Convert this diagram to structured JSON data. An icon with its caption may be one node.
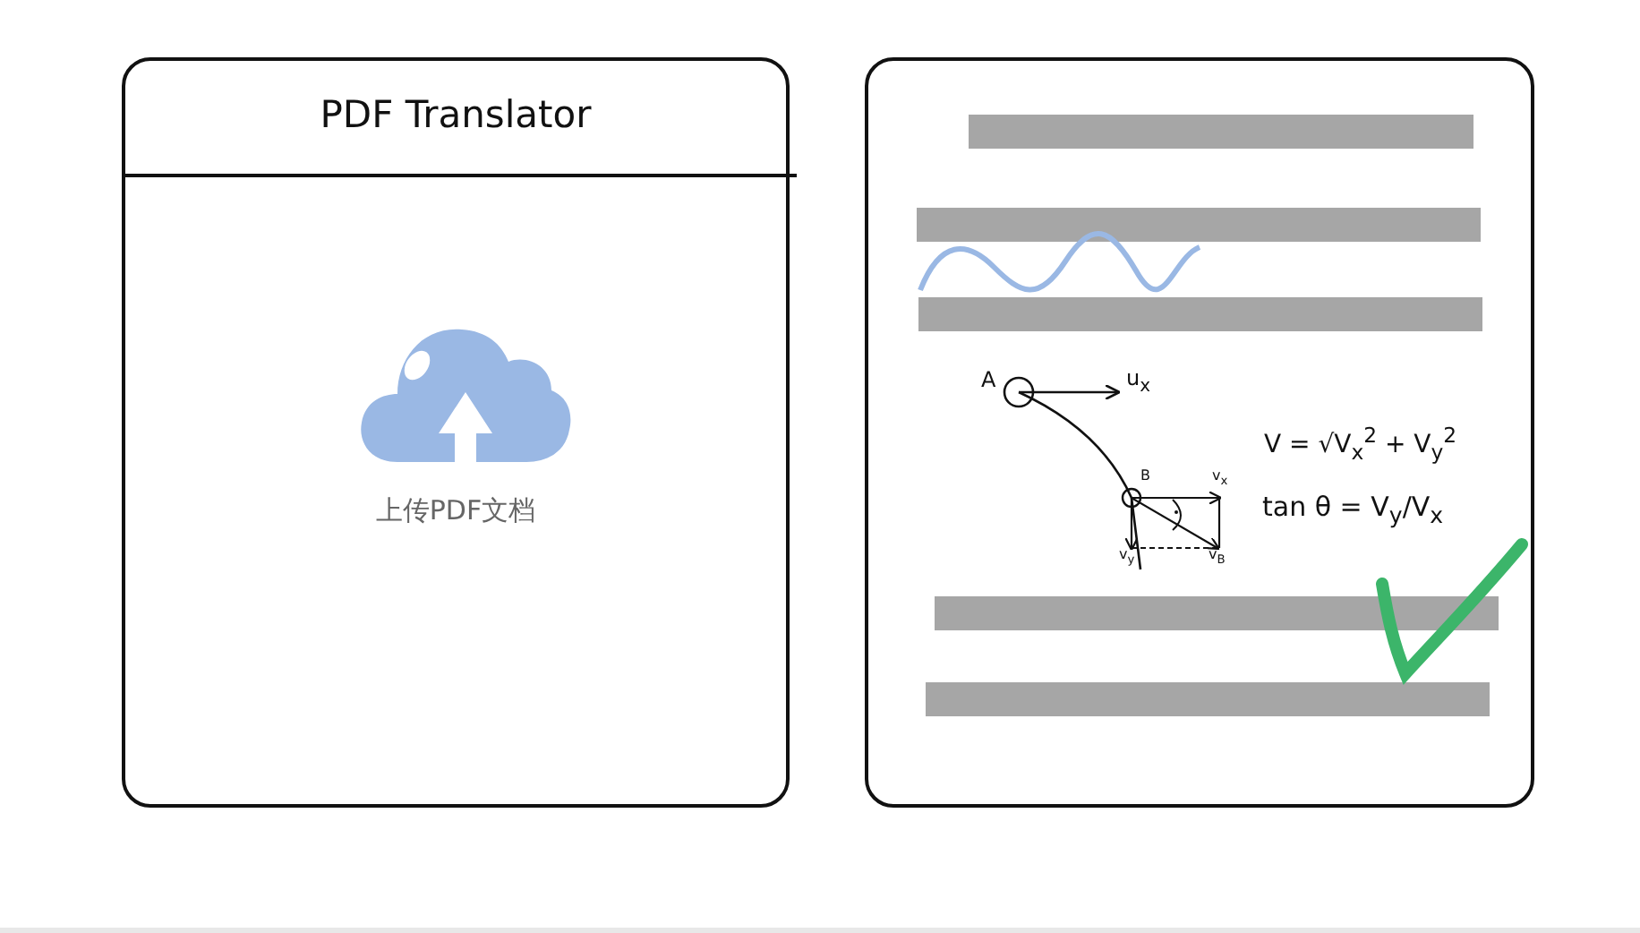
{
  "diagram": {
    "nodes": [
      {
        "text": [
          "PDF Translator",
          "上传PDF文档"
        ]
      },
      {
        "text": [],
        "shape": "box"
      }
    ],
    "edges": [],
    "labels": [
      "A",
      "u$_{x}$",
      "B",
      "v$_{x}$",
      "V = √V$_{x}$$^{2}$ + V$_{y}$$^{2}$",
      "tan θ = V$_{y}$/V$_{x}$",
      "v$_{y}$",
      "v$_{B}$"
    ]
  }
}
